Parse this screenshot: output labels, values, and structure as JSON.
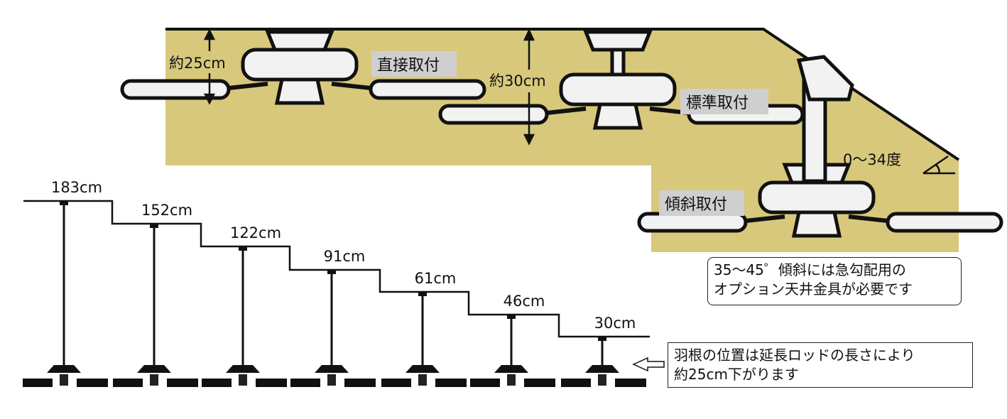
{
  "colors": {
    "ceiling": "#d8c87c",
    "tag_bg": "#cfcfcf",
    "fan": "#f2f2f2",
    "outline": "#111111"
  },
  "mounts": {
    "direct": {
      "label": "直接取付",
      "distance": "約25cm"
    },
    "standard": {
      "label": "標準取付",
      "distance": "約30cm"
    },
    "sloped": {
      "label": "傾斜取付",
      "angle": "0〜34度"
    }
  },
  "slope_note": {
    "line1": "35〜45゜傾斜には急勾配用の",
    "line2": "オプション天井金具が必要です"
  },
  "rod_lengths": [
    "183cm",
    "152cm",
    "122cm",
    "91cm",
    "61cm",
    "46cm",
    "30cm"
  ],
  "rod_note": {
    "line1": "羽根の位置は延長ロッドの長さにより",
    "line2": "約25cm下がります"
  }
}
